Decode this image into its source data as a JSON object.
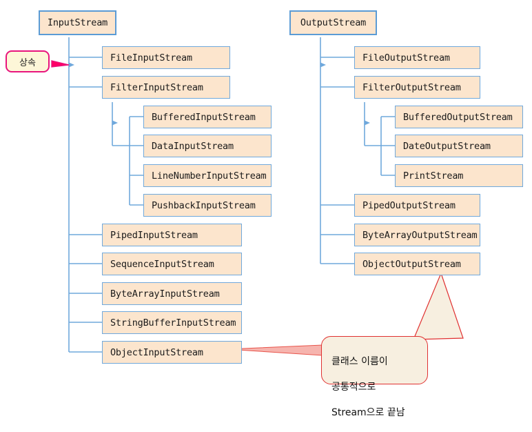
{
  "diagram": {
    "title": "Java IO Stream class hierarchy",
    "colors": {
      "node_fill": "#fce5cd",
      "node_border": "#6fa8dc",
      "root_border": "#5b9bd5",
      "wire": "#6fa8dc",
      "callout_fill": "#f7efe0",
      "callout_border": "#e03030",
      "tag_fill": "#fdf6d8",
      "tag_border": "#e8147d",
      "background": "#ffffff"
    },
    "legend_tag": {
      "label": "상속"
    },
    "callout": {
      "lines": [
        "클래스 이름이",
        "공통적으로",
        "Stream으로 끝남"
      ],
      "points_to": [
        "ObjectInputStream",
        "ObjectOutputStream"
      ]
    },
    "input_tree": {
      "root": "InputStream",
      "children": [
        "FileInputStream",
        "FilterInputStream",
        "PipedInputStream",
        "SequenceInputStream",
        "ByteArrayInputStream",
        "StringBufferInputStream",
        "ObjectInputStream"
      ],
      "filter_children": [
        "BufferedInputStream",
        "DataInputStream",
        "LineNumberInputStream",
        "PushbackInputStream"
      ]
    },
    "output_tree": {
      "root": "OutputStream",
      "children": [
        "FileOutputStream",
        "FilterOutputStream",
        "PipedOutputStream",
        "ByteArrayOutputStream",
        "ObjectOutputStream"
      ],
      "filter_children": [
        "BufferedOutputStream",
        "DateOutputStream",
        "PrintStream"
      ]
    }
  }
}
